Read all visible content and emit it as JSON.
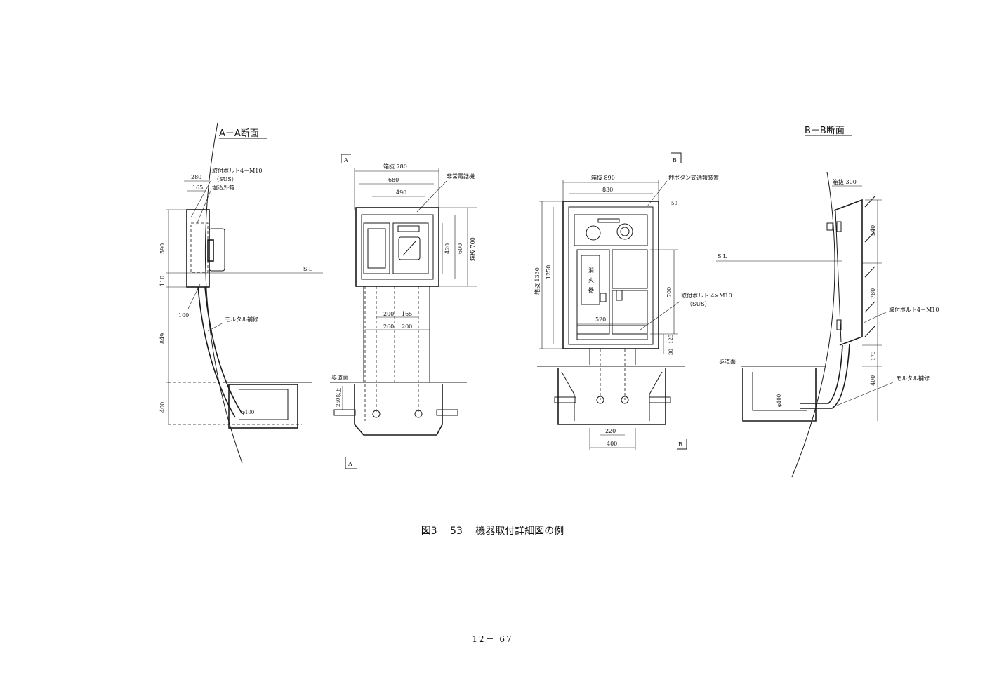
{
  "sections": {
    "aa_title": "A－A断面",
    "bb_title": "B－B断面",
    "marker_a": "A",
    "marker_b": "B"
  },
  "aa_view": {
    "bolt_label": "取付ボルト4－M10",
    "bolt_sus": "（SUS）",
    "embed_box": "埋込外箱",
    "mortar": "モルタル補修",
    "sl": "S.L",
    "d280": "280",
    "d165": "165",
    "d590": "590",
    "d110": "110",
    "d100": "100",
    "d849": "849",
    "d400": "400",
    "phi100": "φ100"
  },
  "front_a": {
    "box780": "箱抜 780",
    "d680": "680",
    "d490": "490",
    "phone": "非常電話機",
    "d420": "420",
    "d600": "600",
    "box700": "箱抜 700",
    "d200": "200",
    "d165": "165",
    "d260": "260",
    "d200b": "200",
    "sidewalk": "歩道面",
    "d250": "250以上"
  },
  "front_b": {
    "box890": "箱抜 890",
    "d830": "830",
    "alarm": "押ボタン式通報装置",
    "d50": "50",
    "box1330": "箱抜 1330",
    "d1250": "1250",
    "ext1": "消",
    "ext2": "火",
    "ext3": "器",
    "d700": "700",
    "bolt": "取付ボルト 4×M10",
    "sus": "（SUS）",
    "d520": "520",
    "d125": "125",
    "d30": "30",
    "d220": "220",
    "d400": "400"
  },
  "bb_view": {
    "box300": "箱抜 300",
    "d540": "540",
    "sl": "S.L",
    "d780": "780",
    "bolt": "取付ボルト4－M10",
    "d179": "179",
    "sidewalk": "歩道面",
    "d400": "400",
    "mortar": "モルタル補修",
    "phi100": "φ100"
  },
  "caption": "図3－ 53　 機器取付詳細図の例",
  "page_number": "12－ 67"
}
